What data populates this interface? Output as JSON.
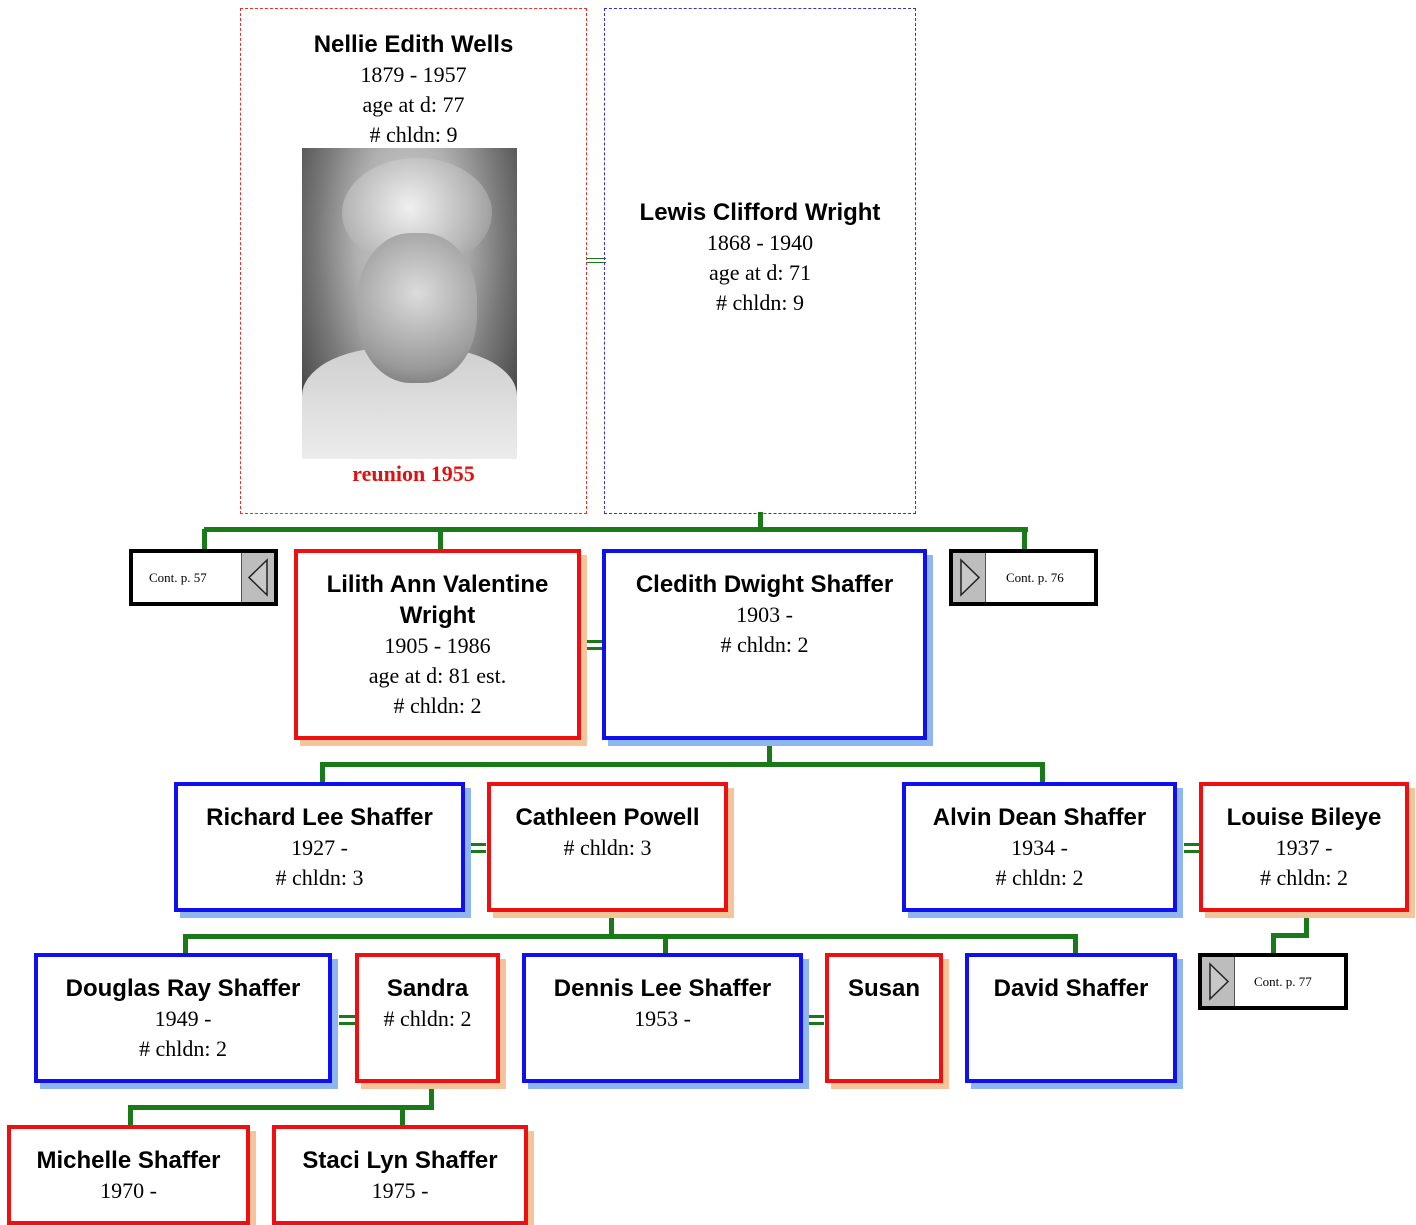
{
  "parents": {
    "mother": {
      "name": "Nellie Edith Wells",
      "years": "1879 - 1957",
      "age": "age at d: 77",
      "children": "# chldn: 9",
      "caption": "reunion 1955"
    },
    "father": {
      "name": "Lewis Clifford Wright",
      "years": "1868 - 1940",
      "age": "age at d: 71",
      "children": "# chldn: 9"
    }
  },
  "continuations": {
    "left": "Cont. p. 57",
    "right": "Cont. p. 76",
    "bileye": "Cont. p. 77"
  },
  "gen2": {
    "lilith": {
      "name": "Lilith Ann Valentine Wright",
      "years": "1905 - 1986",
      "age": "age at d: 81 est.",
      "children": "# chldn: 2"
    },
    "cledith": {
      "name": "Cledith Dwight Shaffer",
      "years": "1903 -",
      "children": "# chldn: 2"
    }
  },
  "gen3": {
    "richard": {
      "name": "Richard Lee Shaffer",
      "years": "1927 -",
      "children": "# chldn: 3"
    },
    "cathleen": {
      "name": "Cathleen Powell",
      "children": "# chldn: 3"
    },
    "alvin": {
      "name": "Alvin Dean Shaffer",
      "years": "1934 -",
      "children": "# chldn: 2"
    },
    "louise": {
      "name": "Louise Bileye",
      "years": "1937 -",
      "children": "# chldn: 2"
    }
  },
  "gen4": {
    "douglas": {
      "name": "Douglas Ray Shaffer",
      "years": "1949 -",
      "children": "# chldn: 2"
    },
    "sandra": {
      "name": "Sandra",
      "children": "# chldn: 2"
    },
    "dennis": {
      "name": "Dennis Lee Shaffer",
      "years": "1953 -"
    },
    "susan": {
      "name": "Susan"
    },
    "david": {
      "name": "David Shaffer"
    }
  },
  "gen5": {
    "michelle": {
      "name": "Michelle Shaffer",
      "years": "1970 -"
    },
    "staci": {
      "name": "Staci Lyn Shaffer",
      "years": "1975 -"
    }
  },
  "colors": {
    "male": "#1010ee",
    "female": "#ee1010",
    "line": "#1a7a1a",
    "caption": "#e01010"
  }
}
